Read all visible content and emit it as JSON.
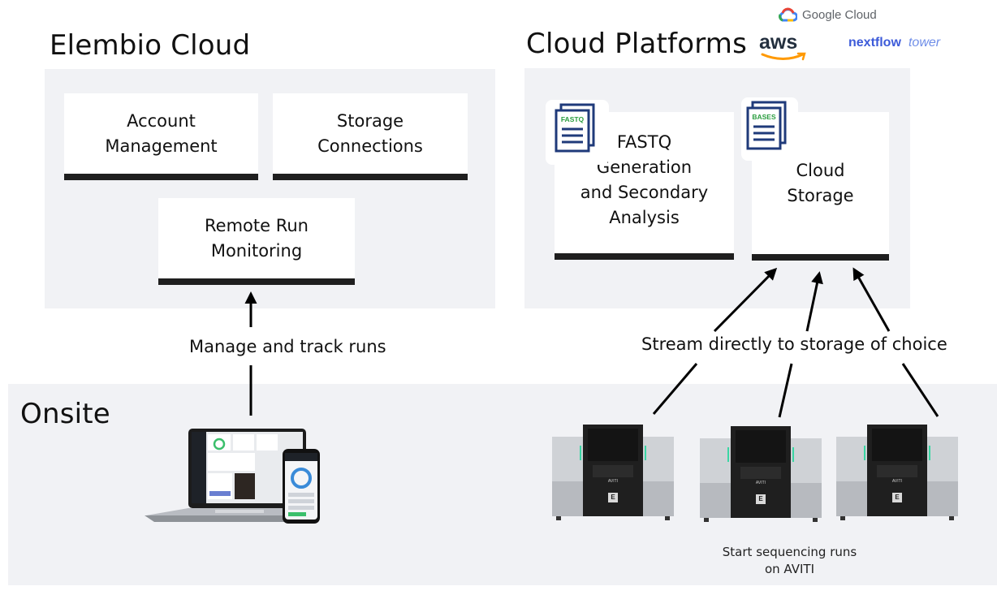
{
  "sections": {
    "elembio": "Elembio Cloud",
    "cloud_platforms": "Cloud Platforms",
    "onsite": "Onsite"
  },
  "cards": {
    "account_management": [
      "Account",
      "Management"
    ],
    "storage_connections": [
      "Storage",
      "Connections"
    ],
    "remote_run_monitoring": [
      "Remote Run",
      "Monitoring"
    ],
    "fastq_generation": [
      "FASTQ",
      "Generation",
      "and Secondary",
      "Analysis"
    ],
    "cloud_storage": [
      "Cloud",
      "Storage"
    ]
  },
  "file_icons": {
    "fastq": "FASTQ",
    "bases": "BASES"
  },
  "logos": {
    "google_cloud": "Google Cloud",
    "aws": "aws",
    "nextflow_bold": "nextflow",
    "nextflow_light": "tower"
  },
  "labels": {
    "manage_track": "Manage and track runs",
    "stream": "Stream directly to storage of choice",
    "start_runs": [
      "Start sequencing runs",
      "on AVITI"
    ]
  },
  "instrument": {
    "brand_text": "AVITI",
    "badge": "E"
  },
  "colors": {
    "panel": "#f1f2f5",
    "card_bar": "#1f1f1f",
    "doc_icon": "#1f3a7a",
    "doc_label": "#2a9d3f",
    "google_red": "#ea4335",
    "google_blue": "#4285f4",
    "google_yellow": "#fbbc05",
    "google_green": "#34a853",
    "aws_orange": "#ff9900",
    "nextflow_blue": "#3d5bd9"
  }
}
